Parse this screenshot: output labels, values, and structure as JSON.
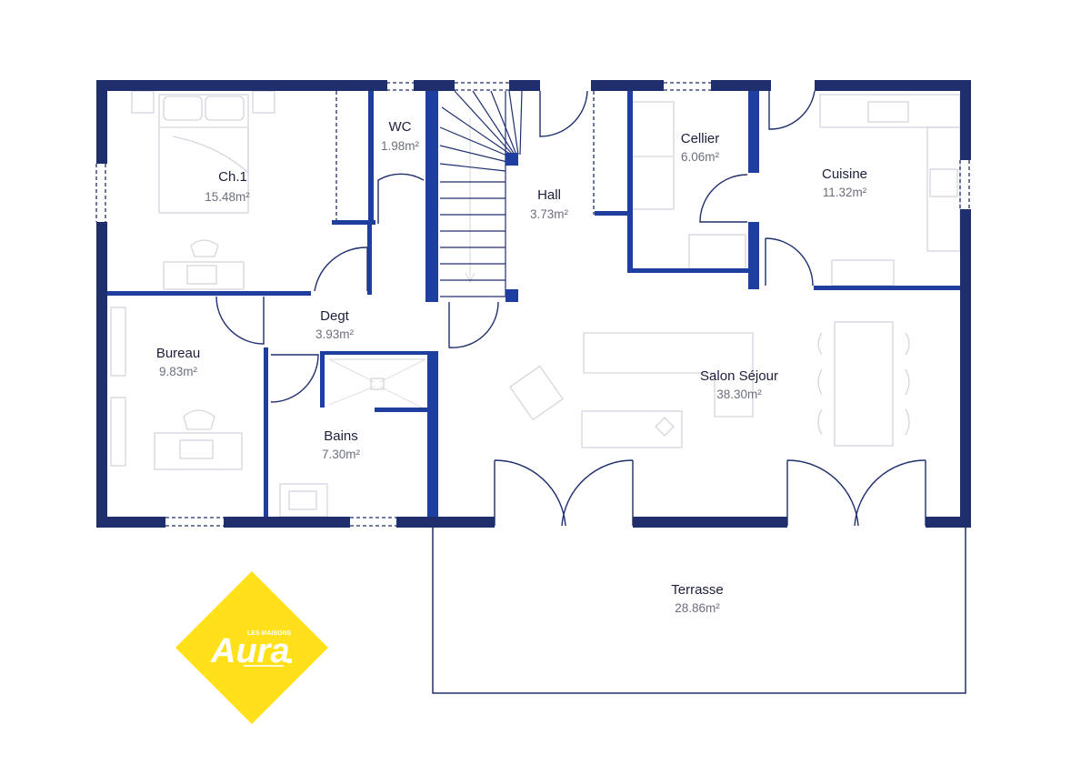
{
  "colors": {
    "wall": "#1f2f6e",
    "partition": "#1f3fa0",
    "furniture": "#d4d6dd",
    "door": "#1f2f6e",
    "logo": "#ffe01b"
  },
  "rooms": [
    {
      "id": "ch1",
      "name": "Ch.1",
      "area": "15.48m²"
    },
    {
      "id": "wc",
      "name": "WC",
      "area": "1.98m²"
    },
    {
      "id": "hall",
      "name": "Hall",
      "area": "3.73m²"
    },
    {
      "id": "cellier",
      "name": "Cellier",
      "area": "6.06m²"
    },
    {
      "id": "cuisine",
      "name": "Cuisine",
      "area": "11.32m²"
    },
    {
      "id": "degt",
      "name": "Degt",
      "area": "3.93m²"
    },
    {
      "id": "bureau",
      "name": "Bureau",
      "area": "9.83m²"
    },
    {
      "id": "bains",
      "name": "Bains",
      "area": "7.30m²"
    },
    {
      "id": "salon",
      "name": "Salon Séjour",
      "area": "38.30m²"
    },
    {
      "id": "terrasse",
      "name": "Terrasse",
      "area": "28.86m²"
    }
  ],
  "logo": {
    "line1": "LES MAISONS",
    "line2": "Aura",
    "icon": "aura-diamond-logo"
  }
}
